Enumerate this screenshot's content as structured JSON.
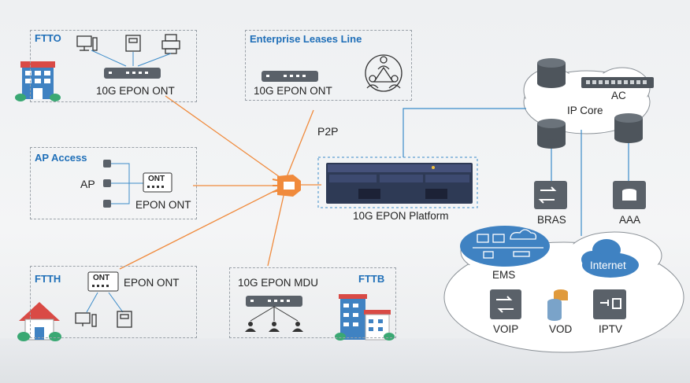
{
  "colors": {
    "accent_blue": "#1f6fb8",
    "link_orange": "#f08a3c",
    "link_blue": "#3b8bc9",
    "cloud_blue": "#3f82c2",
    "device_gray": "#5a6169"
  },
  "ftto": {
    "title": "FTTO",
    "device_label": "10G EPON ONT"
  },
  "enterprise": {
    "title": "Enterprise Leases Line",
    "device_label": "10G EPON ONT"
  },
  "ap_access": {
    "title": "AP Access",
    "ap_label": "AP",
    "ont_tag": "ONT",
    "device_label": "EPON ONT"
  },
  "ftth": {
    "title": "FTTH",
    "ont_tag": "ONT",
    "device_label": "EPON ONT"
  },
  "fttb": {
    "title": "FTTB",
    "device_label": "10G EPON MDU"
  },
  "center": {
    "p2p_label": "P2P",
    "platform_label": "10G EPON Platform"
  },
  "core": {
    "ip_core_label": "IP Core",
    "ac_label": "AC",
    "bras_label": "BRAS",
    "aaa_label": "AAA"
  },
  "services": {
    "ems_label": "EMS",
    "internet_label": "Internet",
    "voip_label": "VOIP",
    "vod_label": "VOD",
    "iptv_label": "IPTV"
  }
}
